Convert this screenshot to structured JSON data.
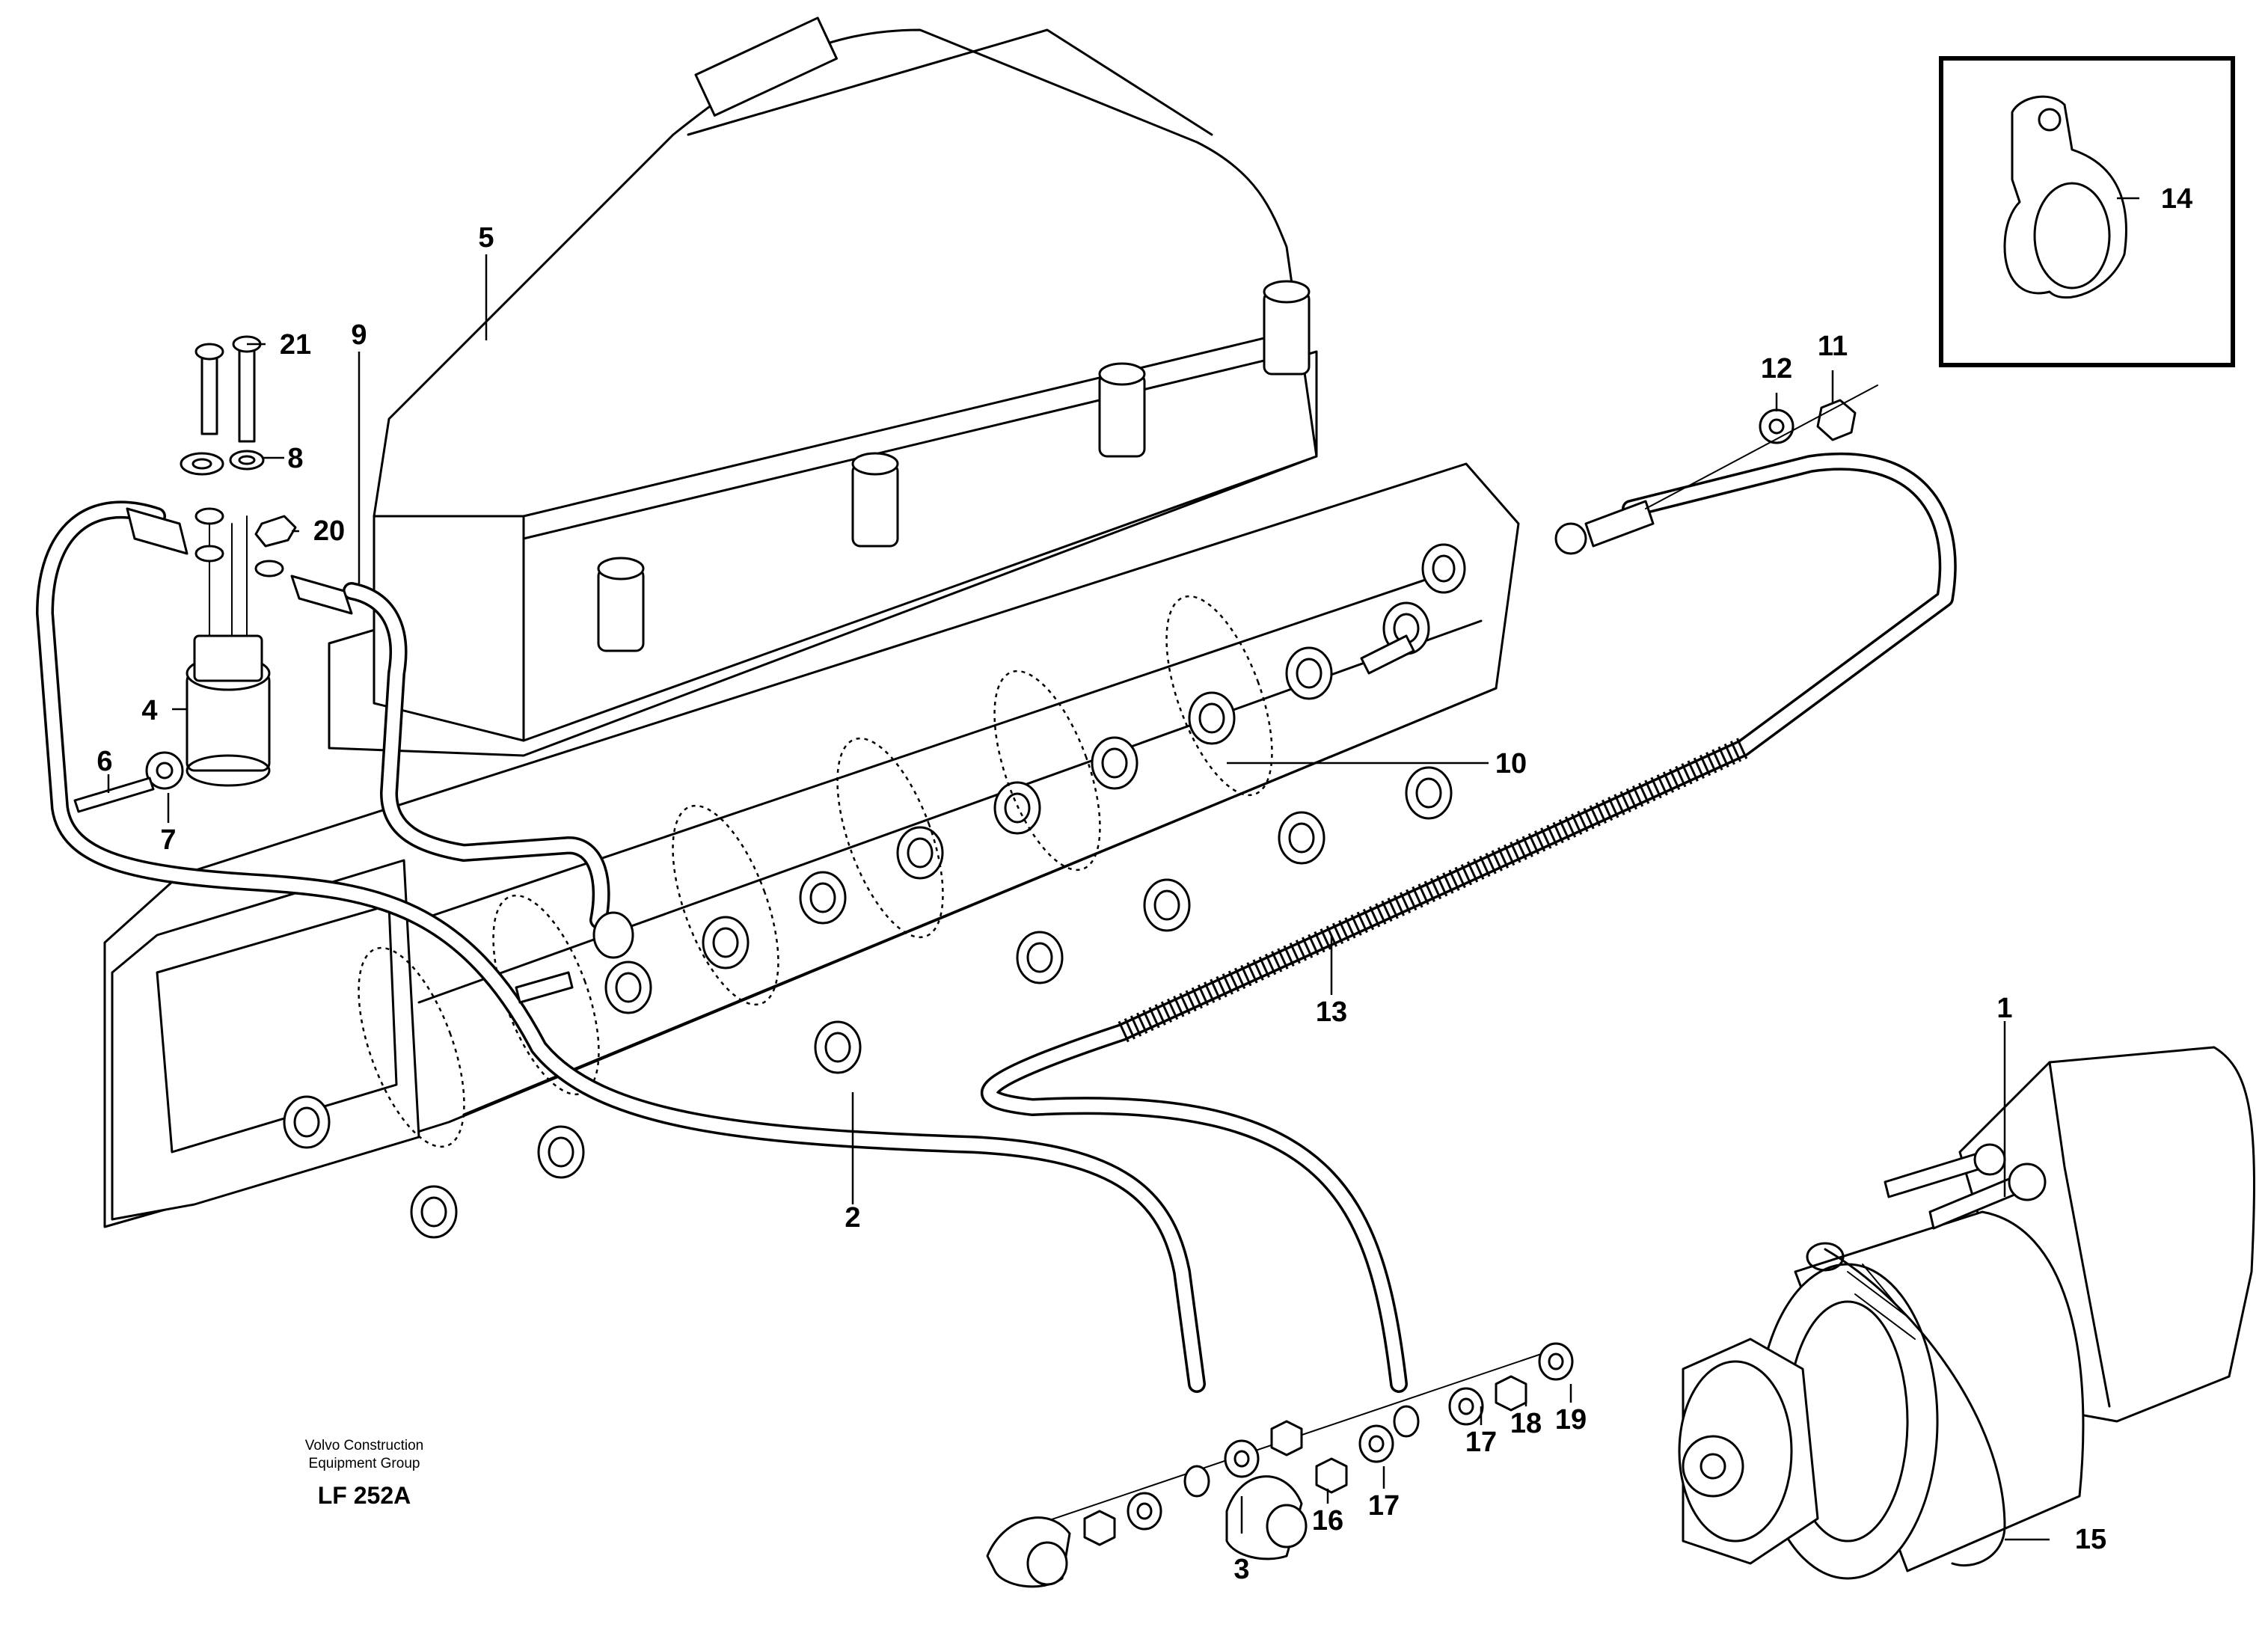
{
  "callouts": {
    "c1": "1",
    "c2": "2",
    "c3": "3",
    "c4": "4",
    "c5": "5",
    "c6": "6",
    "c7": "7",
    "c8": "8",
    "c9": "9",
    "c10": "10",
    "c11": "11",
    "c12": "12",
    "c13": "13",
    "c14": "14",
    "c15": "15",
    "c16": "16",
    "c17a": "17",
    "c17b": "17",
    "c18": "18",
    "c19": "19",
    "c20": "20",
    "c21": "21"
  },
  "credit": {
    "line1": "Volvo Construction",
    "line2": "Equipment Group",
    "code": "LF 252A"
  }
}
